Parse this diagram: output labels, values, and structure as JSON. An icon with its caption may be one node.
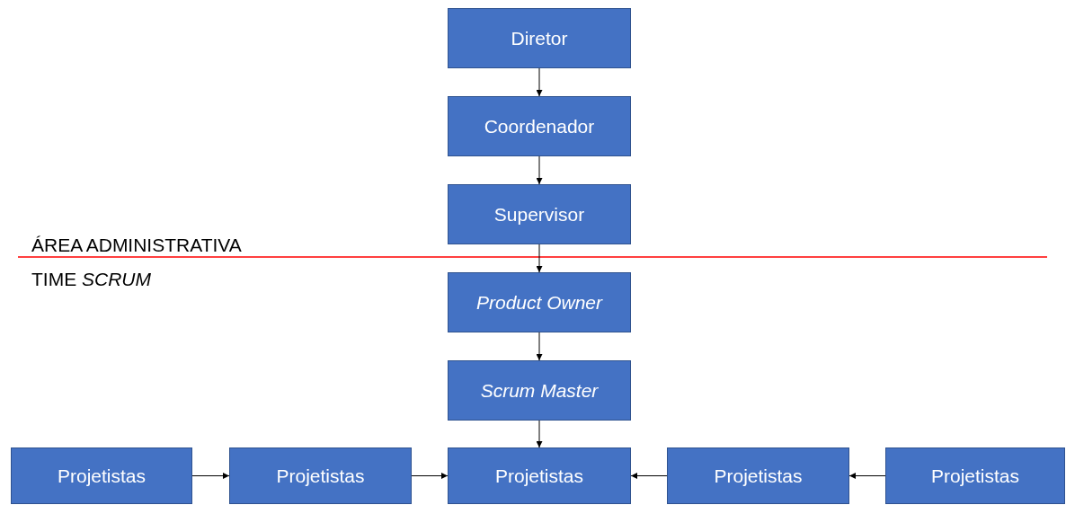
{
  "diagram": {
    "nodes": [
      {
        "text": [
          "Diretor"
        ]
      },
      {
        "text": [
          "Coordenador"
        ]
      },
      {
        "text": [
          "Supervisor"
        ]
      },
      {
        "text": [
          "Product Owner"
        ]
      },
      {
        "text": [
          "Scrum Master"
        ]
      },
      {
        "text": [
          "Projetistas"
        ]
      },
      {
        "text": [
          "Projetistas"
        ]
      },
      {
        "text": [
          "Projetistas"
        ]
      },
      {
        "text": [
          "Projetistas"
        ]
      },
      {
        "text": [
          "Projetistas"
        ]
      }
    ],
    "edges": [
      {
        "from": 0,
        "to": 1,
        "arrow": "to"
      },
      {
        "from": 1,
        "to": 2,
        "arrow": "to"
      },
      {
        "from": 2,
        "to": 3,
        "arrow": "to"
      },
      {
        "from": 3,
        "to": 4,
        "arrow": "to"
      },
      {
        "from": 4,
        "to": 7,
        "arrow": "to"
      },
      {
        "from": 5,
        "to": 6,
        "arrow": "to"
      },
      {
        "from": 6,
        "to": 7,
        "arrow": "to"
      },
      {
        "from": 8,
        "to": 7,
        "arrow": "to"
      },
      {
        "from": 9,
        "to": 8,
        "arrow": "to"
      }
    ],
    "labels": [
      "ÁREA ADMINISTRATIVA",
      "TIME *SCRUM*"
    ]
  }
}
